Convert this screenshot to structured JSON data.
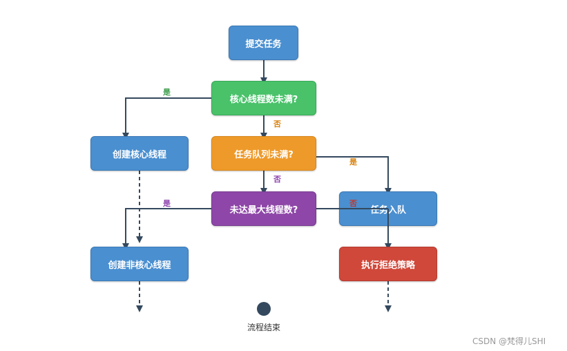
{
  "nodes": {
    "submit": "提交任务",
    "core_full": "核心线程数未满?",
    "create_core": "创建核心线程",
    "queue_full": "任务队列未满?",
    "max_reached": "未达最大线程数?",
    "enqueue": "任务入队",
    "create_noncore": "创建非核心线程",
    "reject": "执行拒绝策略"
  },
  "edge_labels": {
    "yes_core": "是",
    "no_core": "否",
    "yes_queue": "是",
    "no_queue": "否",
    "yes_max": "是",
    "no_max": "否"
  },
  "end_label": "流程结束",
  "watermark": "CSDN @梵得儿SHI",
  "colors": {
    "blue": "#4a8fd0",
    "green": "#49c26a",
    "orange": "#ee9a2a",
    "purple": "#8e47a8",
    "red": "#d0483a",
    "line": "#34495e",
    "label_green": "#3a9a4a",
    "label_orange": "#d98310",
    "label_purple": "#8e44ad",
    "label_red": "#c0392b"
  }
}
